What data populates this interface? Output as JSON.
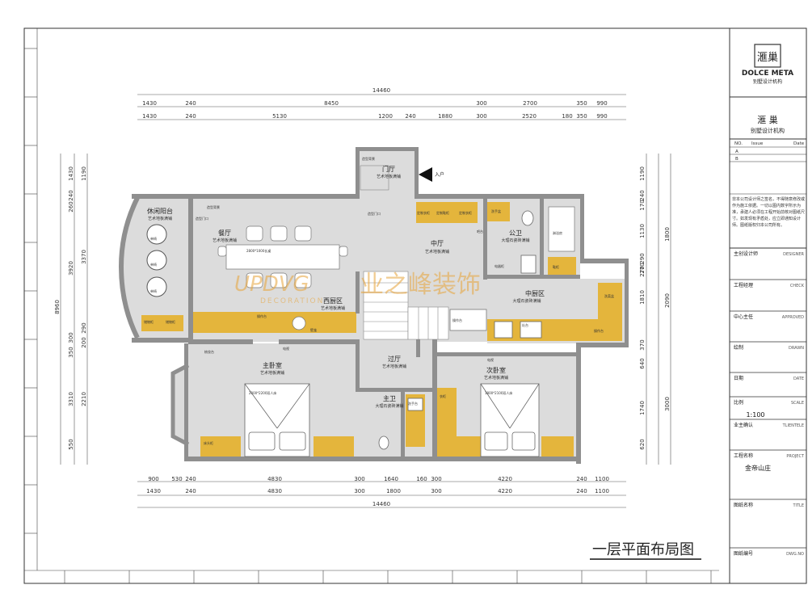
{
  "rooms": {
    "leisure_balcony": {
      "name": "休闲阳台",
      "floor": "艺术地板满铺"
    },
    "dining": {
      "name": "餐厅",
      "floor": "艺术地板满铺"
    },
    "foyer": {
      "name": "门厅",
      "floor": "艺术地板满铺"
    },
    "central_hall": {
      "name": "中厅",
      "floor": "艺术地板满铺"
    },
    "public_bath": {
      "name": "公卫",
      "floor": "大理石瓷砖满铺"
    },
    "middle_kitchen": {
      "name": "中厨区",
      "floor": "大理石瓷砖满铺"
    },
    "western_kitchen": {
      "name": "西厨区",
      "floor": "艺术地板满铺"
    },
    "corridor": {
      "name": "过厅",
      "floor": "艺术地板满铺"
    },
    "master_bedroom": {
      "name": "主卧室",
      "floor": "艺术地板满铺"
    },
    "master_bath": {
      "name": "主卫",
      "floor": "大理石瓷砖满铺"
    },
    "second_bedroom": {
      "name": "次卧室",
      "floor": "艺术地板满铺"
    }
  },
  "labels": {
    "entry": "入户",
    "table": "2800*1000长桌",
    "bed1": "2000*2200双人床",
    "bed2": "1800*2100双人床",
    "entry_cab": "造型背景",
    "door1": "造型门口",
    "door2": "造型门口",
    "door3": "造型背景",
    "cabinet_a": "定制衣柜",
    "cabinet_b": "定制鞋柜",
    "cabinet_c": "定制衣柜",
    "shoe": "鞋柜",
    "op_table": "操作台",
    "op_table2": "操作台",
    "fridge": "电器柜",
    "island": "操作台",
    "tv": "电视",
    "tv2": "电视",
    "dressing": "梳妆台",
    "wash": "洗手台",
    "wash2": "洗手盆",
    "shower": "淋浴房",
    "sofa1": "单椅",
    "sofa2": "单椅",
    "sofa3": "单椅",
    "bedside": "床头柜",
    "wardrobe": "衣柜",
    "sink": "洗菜盆",
    "stove": "灶台",
    "storage": "储物柜",
    "storage2": "储物柜",
    "niche": "壁龛",
    "bar": "吧台"
  },
  "dimensions": {
    "top_total": "14460",
    "top_row1": [
      "1430",
      "240",
      "8450",
      "300",
      "2700",
      "350",
      "990"
    ],
    "top_row2": [
      "1430",
      "240",
      "5130",
      "1200",
      "240",
      "1880",
      "300",
      "2520",
      "180",
      "350",
      "990"
    ],
    "bottom_row1": [
      "900",
      "530",
      "240",
      "4830",
      "300",
      "1640",
      "160",
      "300",
      "4220",
      "240",
      "1100"
    ],
    "bottom_row2": [
      "1430",
      "240",
      "4830",
      "300",
      "1800",
      "300",
      "4220",
      "240",
      "1100"
    ],
    "bottom_total": "14460",
    "left_total": "8960",
    "left_col1": [
      "1430",
      "240",
      "260",
      "3920",
      "300",
      "350",
      "3310",
      "550"
    ],
    "left_col2": [
      "1190",
      "3370",
      "200",
      "290",
      "2210"
    ],
    "right_col1": [
      "1190",
      "240",
      "170",
      "1130",
      "270",
      "290",
      "1810",
      "270",
      "370",
      "640",
      "1740",
      "620"
    ],
    "right_col2": [
      "1800",
      "2090",
      "3000"
    ]
  },
  "watermark": {
    "main": "业之峰装饰",
    "sub": "DECORATION"
  },
  "drawing_title": "一层平面布局图",
  "title_block": {
    "logo_chars": "滙巢",
    "brand": "DOLCE META",
    "brand_sub": "别墅设计机构",
    "company": "滙 巢",
    "company_sub": "别墅设计机构",
    "rev_headers": [
      "NO.",
      "Issue",
      "Date"
    ],
    "rev_rows": [
      "A",
      "B"
    ],
    "notice": "非本公司设计师之签名，不得随意修改或作为施工依据。一切以图内数字所示为准，承建人必须在工程开始前核对图纸尺寸。如发现有矛盾处，应立即通知设计师。图纸版权归本公司所有。",
    "rows": [
      {
        "cn": "主创设计师",
        "en": "DESIGNER",
        "val": ""
      },
      {
        "cn": "工程经理",
        "en": "CHECK",
        "val": ""
      },
      {
        "cn": "中心主任",
        "en": "APPROVED",
        "val": ""
      },
      {
        "cn": "绘制",
        "en": "DRAWN",
        "val": ""
      },
      {
        "cn": "日期",
        "en": "DATE",
        "val": ""
      },
      {
        "cn": "比例",
        "en": "SCALE",
        "val": "1:100"
      },
      {
        "cn": "业主确认",
        "en": "TLIENTELE",
        "val": ""
      },
      {
        "cn": "工程名称",
        "en": "PROJECT",
        "val": "金帝山庄"
      },
      {
        "cn": "图纸名称",
        "en": "TITLE",
        "val": ""
      },
      {
        "cn": "图纸编号",
        "en": "DWG.NO",
        "val": ""
      }
    ]
  },
  "colors": {
    "wall": "#8f8f8f",
    "floor": "#dcdcdc",
    "built_in": "#e4b53c",
    "watermark": "#e7a43a"
  }
}
